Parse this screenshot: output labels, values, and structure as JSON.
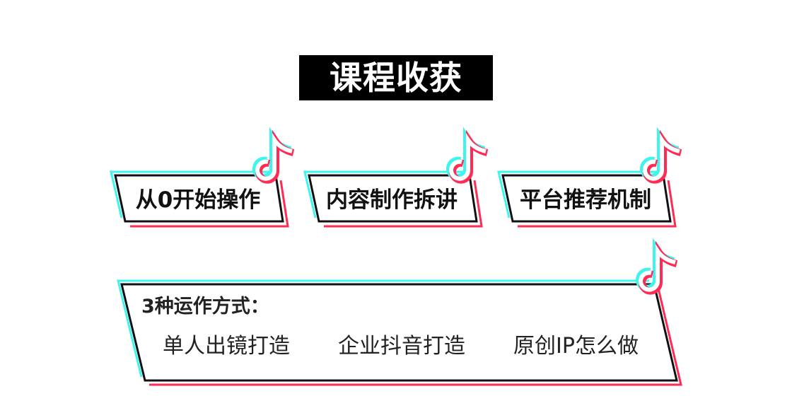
{
  "title": "课程收获",
  "benefits": [
    {
      "label": "从0开始操作"
    },
    {
      "label": "内容制作拆讲"
    },
    {
      "label": "平台推荐机制"
    }
  ],
  "operation_modes": {
    "heading": "3种运作方式：",
    "items": [
      "单人出镜打造",
      "企业抖音打造",
      "原创IP怎么做"
    ]
  },
  "icons": {
    "card_badge": "tiktok-music-note-icon"
  },
  "colors": {
    "accent_cyan": "#3df4ef",
    "accent_red": "#fe2c55",
    "frame": "#111111",
    "title_bg": "#000000"
  }
}
